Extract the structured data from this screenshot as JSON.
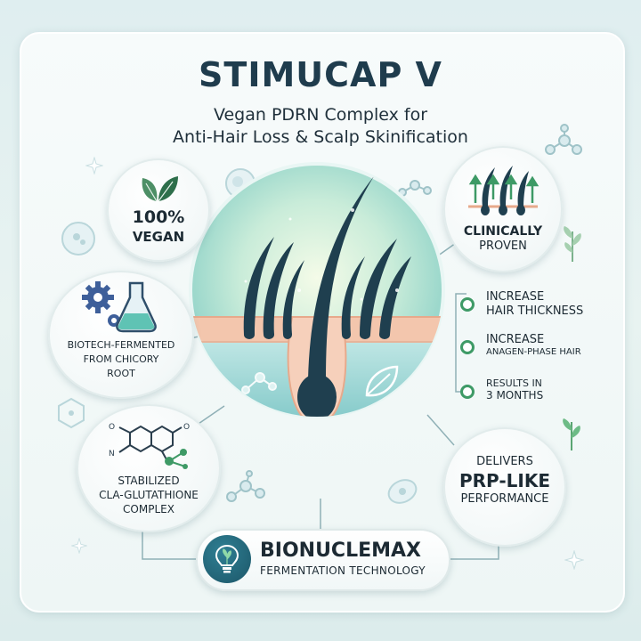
{
  "product": {
    "title": "STIMUCAP V",
    "subtitle_line1": "Vegan PDRN Complex for",
    "subtitle_line2": "Anti-Hair Loss & Scalp Skinification"
  },
  "features": {
    "vegan": {
      "line1": "100%",
      "line2": "VEGAN",
      "icon": "leaf-icon"
    },
    "biotech": {
      "line1": "BIOTECH-FERMENTED",
      "line2": "FROM CHICORY",
      "line3": "ROOT",
      "icon": "gear-flask-icon"
    },
    "stabilized": {
      "line1": "STABILIZED",
      "line2": "CLA-GLUTATHIONE",
      "line3": "COMPLEX",
      "icon": "molecule-icon"
    },
    "clinical": {
      "line1": "CLINICALLY",
      "line2": "PROVEN",
      "icon": "hair-growth-icon"
    },
    "prp": {
      "line1": "DELIVERS",
      "line2": "PRP-LIKE",
      "line3": "PERFORMANCE"
    }
  },
  "claims": [
    {
      "line1": "INCREASE",
      "line2": "HAIR THICKNESS"
    },
    {
      "line1": "INCREASE",
      "line2": "ANAGEN-PHASE HAIR"
    },
    {
      "line1": "RESULTS IN",
      "line2": "3 MONTHS"
    }
  ],
  "technology": {
    "name": "BIONUCLEMAX",
    "subtitle": "FERMENTATION TECHNOLOGY",
    "icon": "lightbulb-icon"
  },
  "colors": {
    "title": "#1f3c4d",
    "accent_green": "#3e9a66",
    "hair": "#1f3f4f",
    "skin": "#f3c6ad",
    "teal": "#7fcac3"
  }
}
